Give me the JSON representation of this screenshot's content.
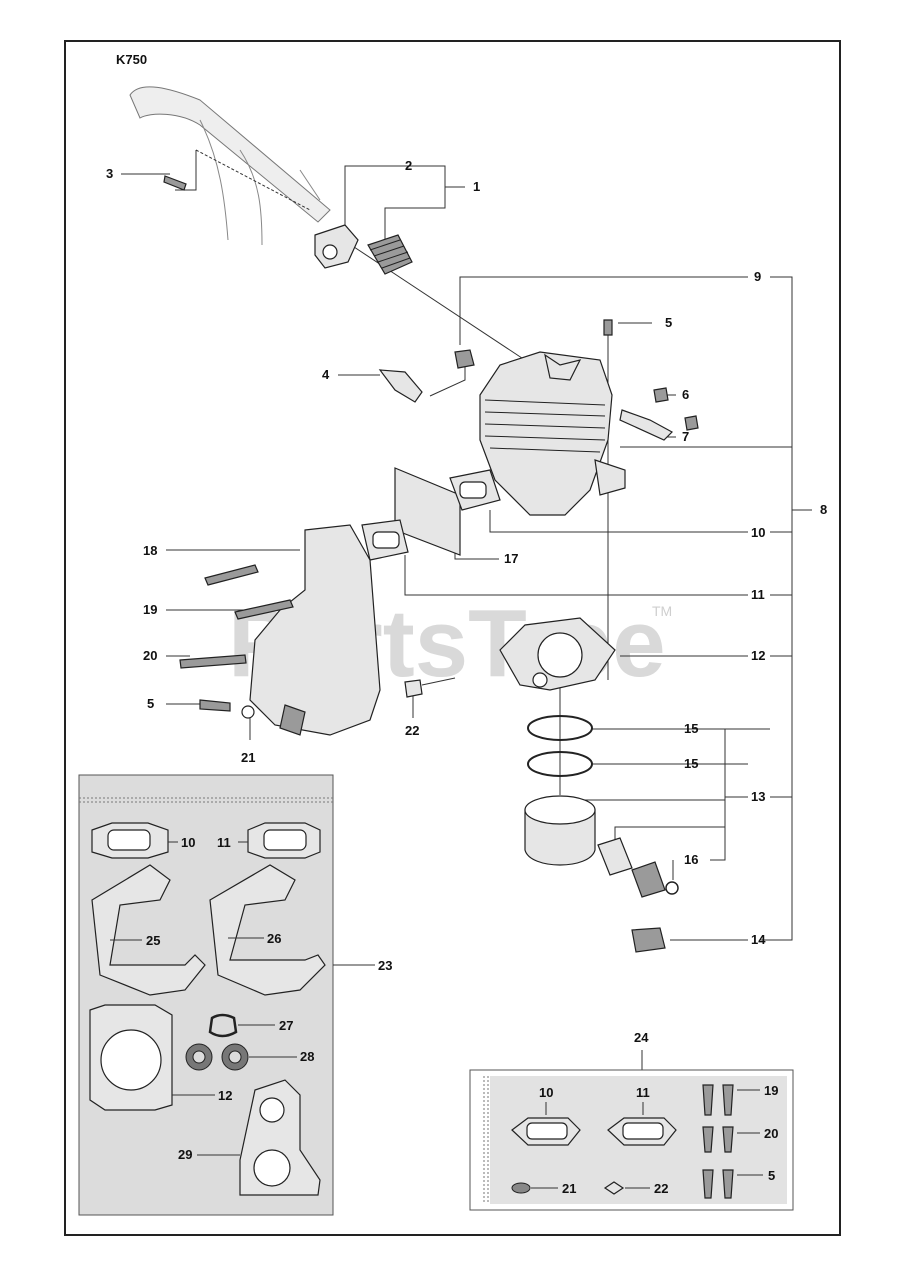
{
  "title": "K750",
  "watermark": "PartsTree",
  "watermark_tm": "TM",
  "callouts": {
    "c1": "1",
    "c2": "2",
    "c3": "3",
    "c4": "4",
    "c5a": "5",
    "c6": "6",
    "c7": "7",
    "c8": "8",
    "c9": "9",
    "c10": "10",
    "c11": "11",
    "c12": "12",
    "c13": "13",
    "c14": "14",
    "c15a": "15",
    "c15b": "15",
    "c16": "16",
    "c17": "17",
    "c18": "18",
    "c19": "19",
    "c20": "20",
    "c5b": "5",
    "c21": "21",
    "c22": "22"
  },
  "kit23": {
    "label": "23",
    "items": {
      "i10": "10",
      "i11": "11",
      "i25": "25",
      "i26": "26",
      "i27": "27",
      "i28": "28",
      "i12": "12",
      "i29": "29"
    }
  },
  "kit24": {
    "label": "24",
    "items": {
      "i10": "10",
      "i11": "11",
      "i19": "19",
      "i20": "20",
      "i5": "5",
      "i21": "21",
      "i22": "22"
    }
  }
}
